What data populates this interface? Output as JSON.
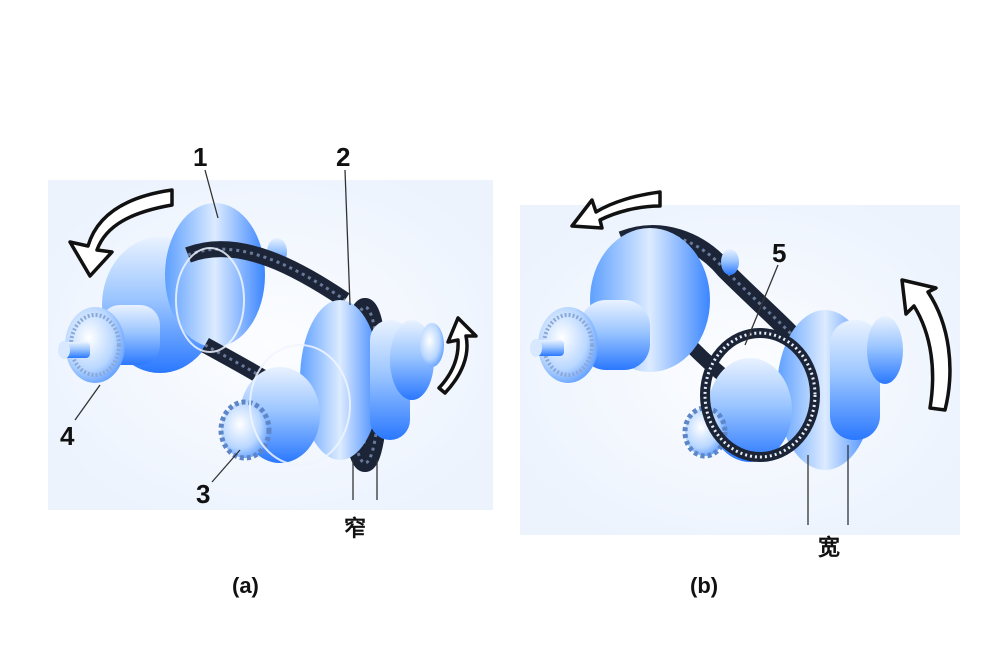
{
  "labels": {
    "part1": "1",
    "part2": "2",
    "part3": "3",
    "part4": "4",
    "part5": "5",
    "narrow": "窄",
    "wide": "宽"
  },
  "captions": {
    "a": "(a)",
    "b": "(b)"
  },
  "colors": {
    "pulley_light": "#eaf3ff",
    "pulley_mid": "#9cc6ff",
    "pulley_dark": "#2a78ff",
    "belt": "#1c2538"
  }
}
